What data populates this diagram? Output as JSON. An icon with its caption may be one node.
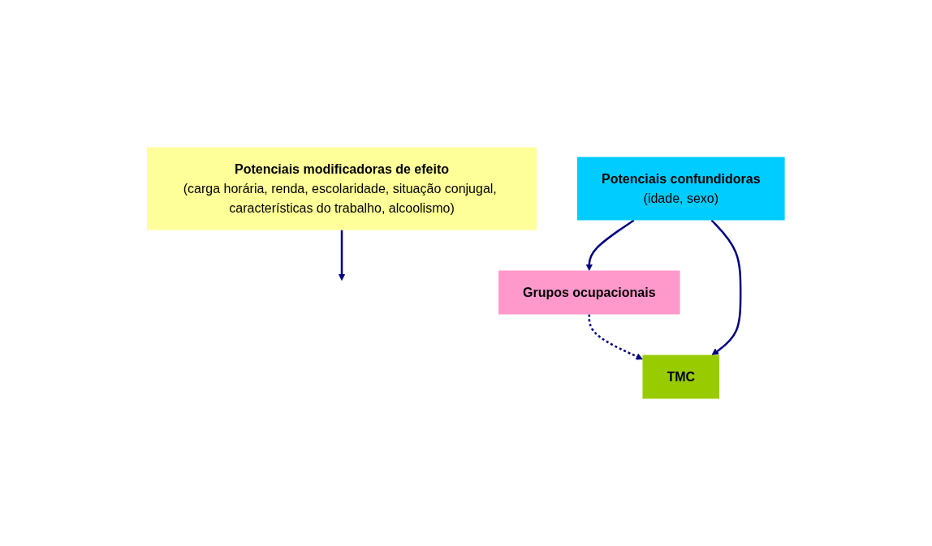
{
  "diagram": {
    "nodes": [
      {
        "text": [
          "Potenciais modificadoras de efeito",
          "(carga horária, renda, escolaridade, situação conjugal, características do trabalho, alcoolismo)"
        ]
      },
      {
        "text": [
          "Grupos ocupacionais"
        ]
      },
      {
        "text": [
          "TMC"
        ]
      },
      {
        "text": [
          "Potenciais confundidoras",
          "(idade, sexo)"
        ]
      }
    ],
    "edges": [
      {
        "from": 0,
        "to": null,
        "arrow": "to"
      },
      {
        "from": 1,
        "to": 2,
        "arrow": "to",
        "style": "dashed"
      },
      {
        "from": 3,
        "to": 1,
        "arrow": "to"
      },
      {
        "from": 3,
        "to": 2,
        "arrow": "to"
      }
    ]
  }
}
